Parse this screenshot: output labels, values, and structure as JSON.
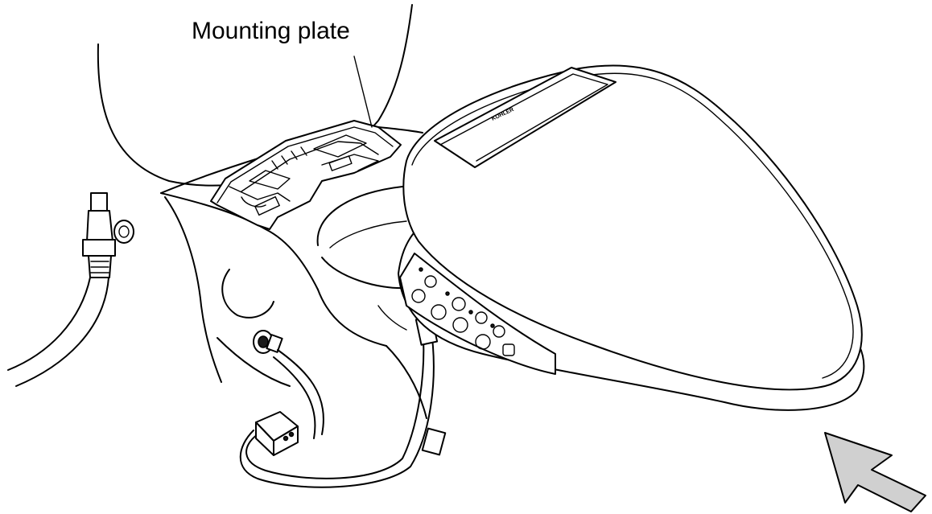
{
  "callouts": {
    "mounting_plate": "Mounting plate"
  },
  "seat_brand_mark": "KOHLER",
  "colors": {
    "line": "#000000",
    "background": "#ffffff",
    "arrow_fill": "#d0d0d0"
  },
  "arrow_direction": "up-left"
}
